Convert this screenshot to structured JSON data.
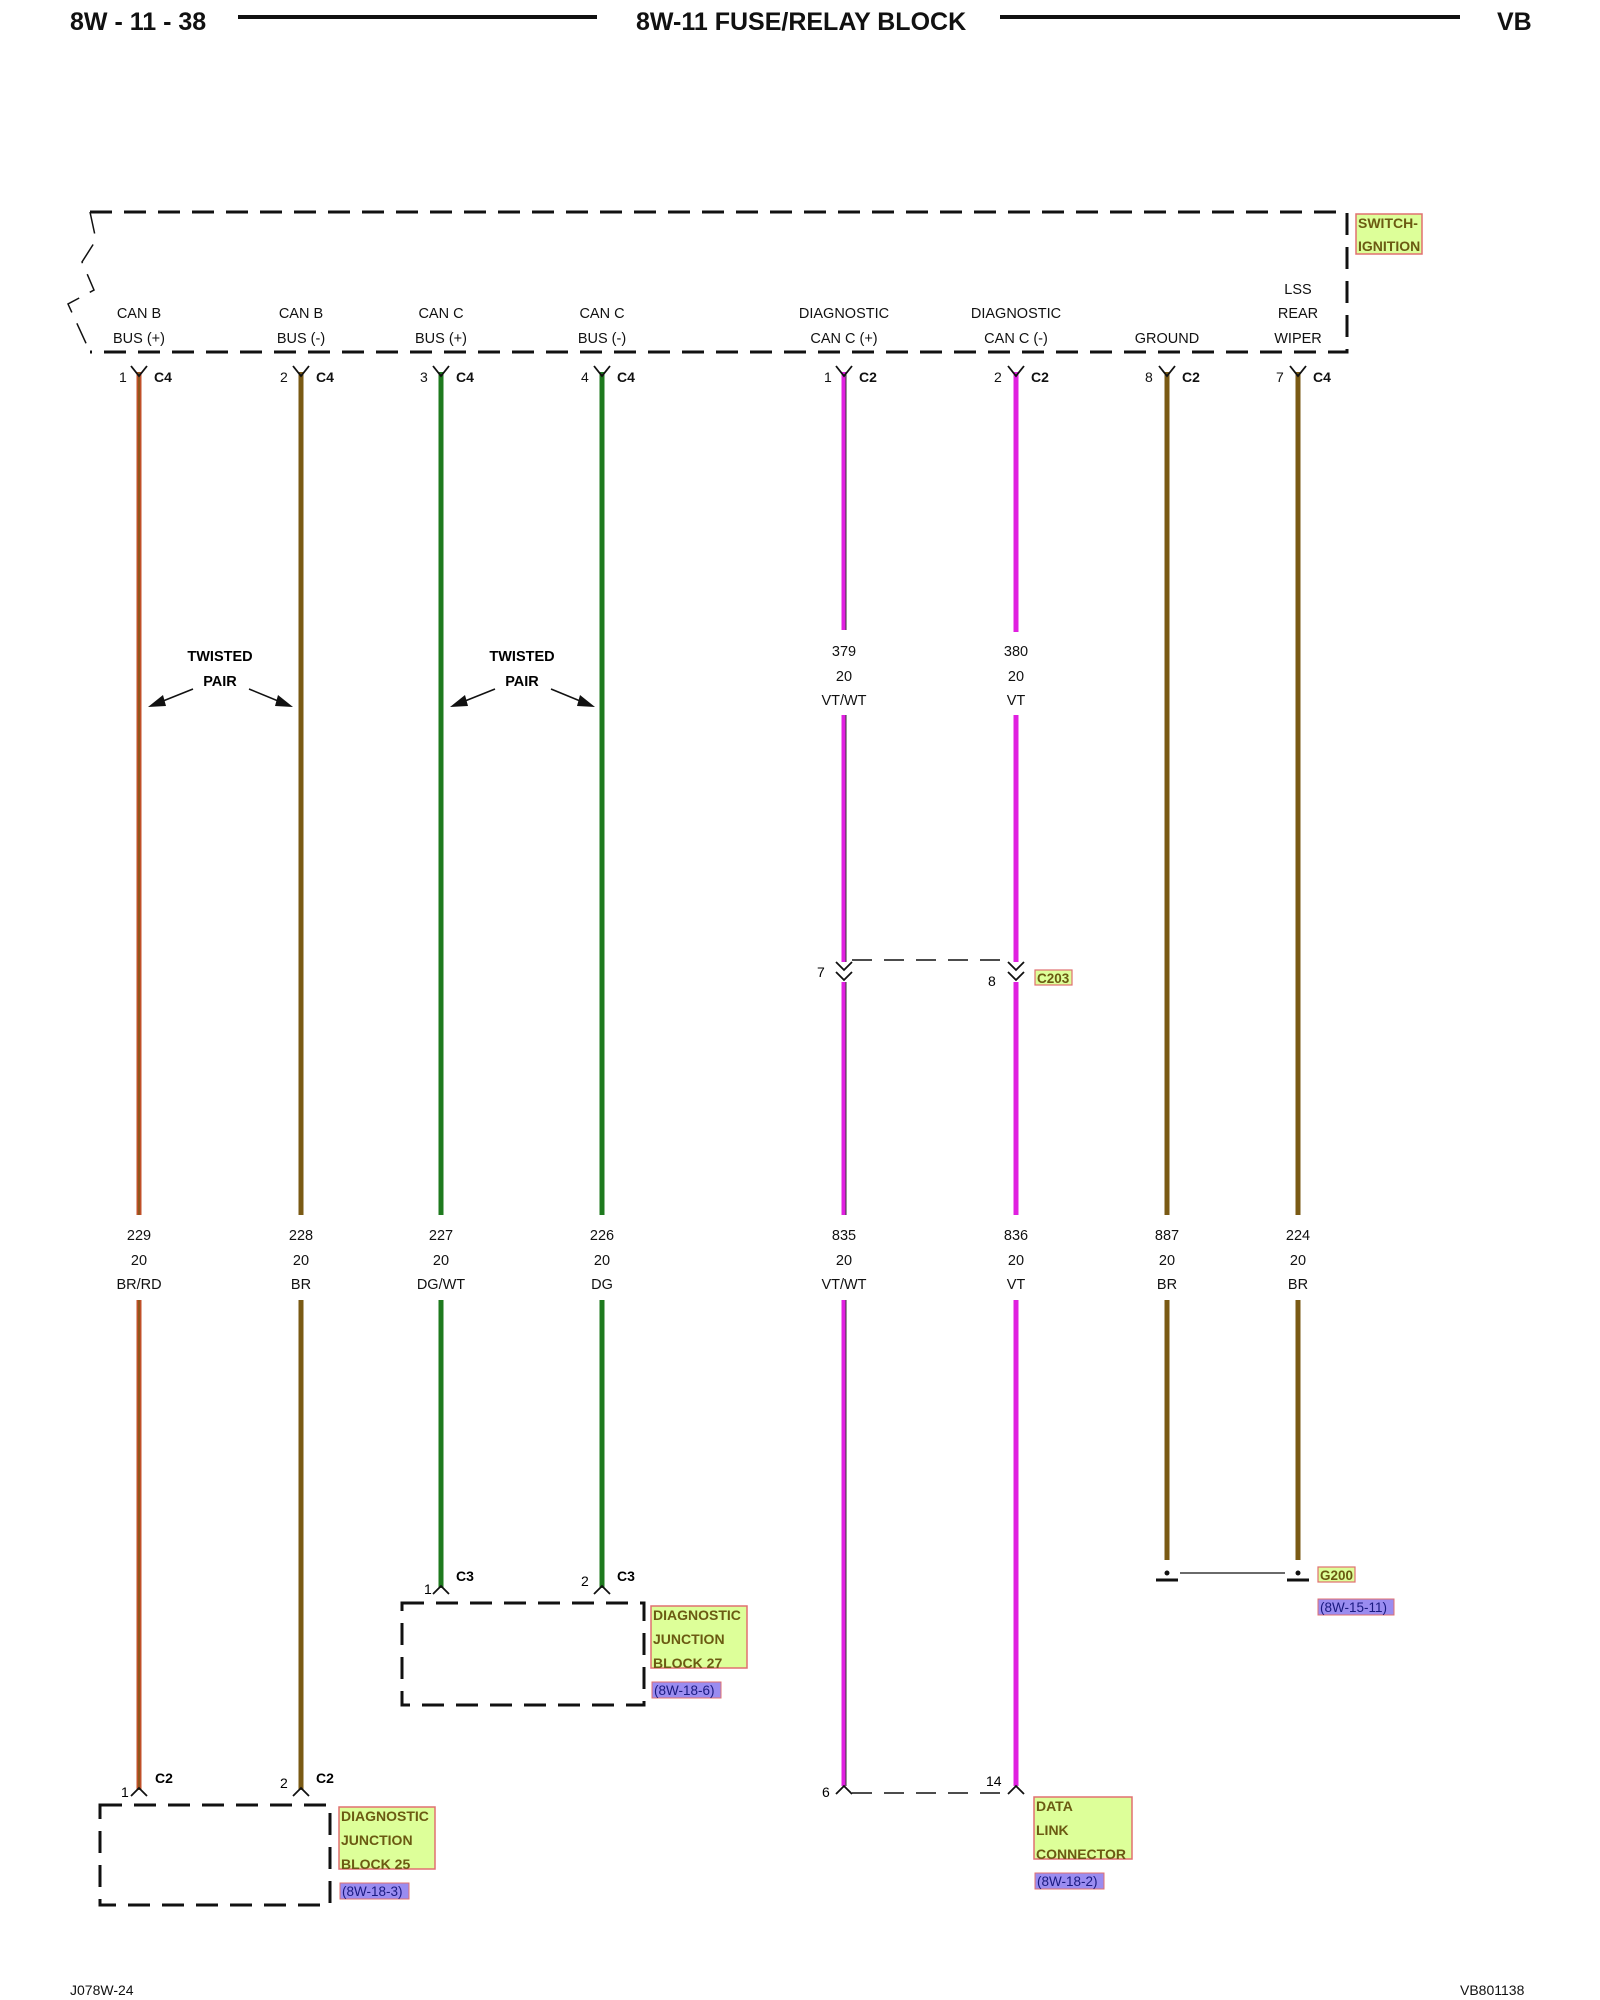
{
  "header": {
    "page_number": "8W - 11 - 38",
    "title": "8W-11 FUSE/RELAY BLOCK",
    "vehicle_code": "VB"
  },
  "footer": {
    "left_code": "J078W-24",
    "right_code": "VB801138"
  },
  "component_top": {
    "name_lines": [
      "SWITCH-",
      "IGNITION"
    ]
  },
  "pins_top": [
    {
      "label": [
        "CAN B",
        "BUS (+)"
      ],
      "pin": "1",
      "conn": "C4"
    },
    {
      "label": [
        "CAN B",
        "BUS (-)"
      ],
      "pin": "2",
      "conn": "C4"
    },
    {
      "label": [
        "CAN C",
        "BUS (+)"
      ],
      "pin": "3",
      "conn": "C4"
    },
    {
      "label": [
        "CAN C",
        "BUS (-)"
      ],
      "pin": "4",
      "conn": "C4"
    },
    {
      "label": [
        "DIAGNOSTIC",
        "CAN C (+)"
      ],
      "pin": "1",
      "conn": "C2"
    },
    {
      "label": [
        "DIAGNOSTIC",
        "CAN C (-)"
      ],
      "pin": "2",
      "conn": "C2"
    },
    {
      "label": [
        "GROUND"
      ],
      "pin": "8",
      "conn": "C2"
    },
    {
      "label": [
        "LSS",
        "REAR",
        "WIPER"
      ],
      "pin": "7",
      "conn": "C4"
    }
  ],
  "twisted_pair_label": [
    "TWISTED",
    "PAIR"
  ],
  "upper_circuits": [
    {
      "circuit": "379",
      "gauge": "20",
      "color": "VT/WT"
    },
    {
      "circuit": "380",
      "gauge": "20",
      "color": "VT"
    }
  ],
  "inline_connector": {
    "name": "C203",
    "pin_left": "7",
    "pin_right": "8"
  },
  "lower_circuits": [
    {
      "circuit": "229",
      "gauge": "20",
      "color": "BR/RD"
    },
    {
      "circuit": "228",
      "gauge": "20",
      "color": "BR"
    },
    {
      "circuit": "227",
      "gauge": "20",
      "color": "DG/WT"
    },
    {
      "circuit": "226",
      "gauge": "20",
      "color": "DG"
    },
    {
      "circuit": "835",
      "gauge": "20",
      "color": "VT/WT"
    },
    {
      "circuit": "836",
      "gauge": "20",
      "color": "VT"
    },
    {
      "circuit": "887",
      "gauge": "20",
      "color": "BR"
    },
    {
      "circuit": "224",
      "gauge": "20",
      "color": "BR"
    }
  ],
  "djb27": {
    "name_lines": [
      "DIAGNOSTIC",
      "JUNCTION",
      "BLOCK 27"
    ],
    "ref": "(8W-18-6)",
    "pin_left": "1",
    "pin_right": "2",
    "conn": "C3"
  },
  "djb25": {
    "name_lines": [
      "DIAGNOSTIC",
      "JUNCTION",
      "BLOCK 25"
    ],
    "ref": "(8W-18-3)",
    "pin_left": "1",
    "pin_right": "2",
    "conn": "C2"
  },
  "dlc": {
    "name_lines": [
      "DATA",
      "LINK",
      "CONNECTOR"
    ],
    "ref": "(8W-18-2)",
    "pin_left": "6",
    "pin_right": "14"
  },
  "ground": {
    "name": "G200",
    "ref": "(8W-15-11)"
  },
  "colors": {
    "brown": "#7a5a14",
    "brown_red": "#c0502a",
    "dark_green": "#1e7a1e",
    "violet": "#e020e0",
    "component_fill": "#ddff99",
    "component_border": "#e07070",
    "ref_fill": "#9a8cf0"
  }
}
